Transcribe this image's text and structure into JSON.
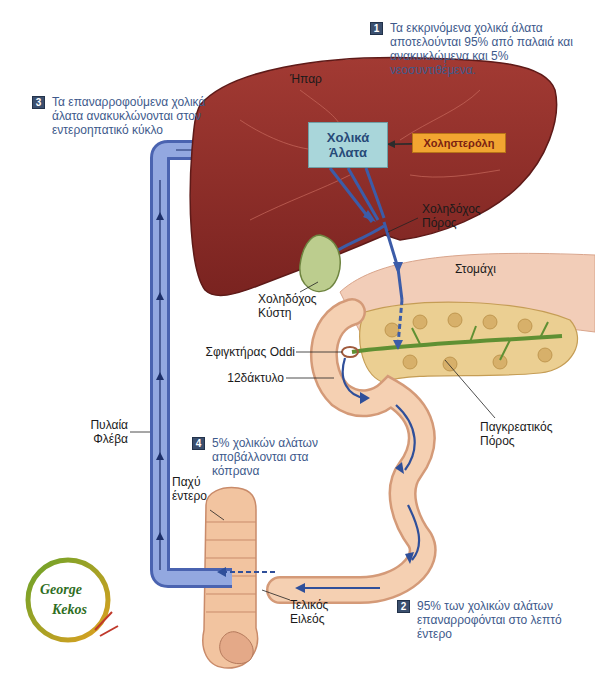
{
  "diagram": {
    "nodes": [
      {
        "text": [
          "1",
          "Τα εκκρινόμενα χολικά άλατα αποτελούνται 95% από παλαιά και ανακυκλώμενα και 5% νεοσυντιθέμενα."
        ]
      },
      {
        "text": [
          "3",
          "Τα επαναρροφούμενα χολικά άλατα ανακυκλώνονται στον εντεροηπατικό κύκλο"
        ]
      },
      {
        "text": [
          "Χολικά Άλατα"
        ]
      },
      {
        "text": [
          "Χοληστερόλη"
        ]
      },
      {
        "text": [
          "4",
          "5% χολικών αλάτων αποβάλλονται στα κόπρανα"
        ]
      },
      {
        "text": [
          "2",
          "95% των χολικών αλάτων επαναρροφόνται στο λεπτό έντερο"
        ]
      }
    ],
    "edges": [
      {
        "from": 3,
        "to": 2,
        "arrow": "to"
      }
    ],
    "labels": [
      "Ήπαρ",
      "Χοληδόχος Πόρος",
      "Χοληδόχος Κύστη",
      "Στομάχι",
      "Σφιγκτήρας Oddi",
      "12δάκτυλο",
      "Παγκρεατικός Πόρος",
      "Πυλαία Φλέβα",
      "Παχύ έντερο",
      "Τελικός Ειλεός",
      "George",
      "Kekos"
    ]
  }
}
